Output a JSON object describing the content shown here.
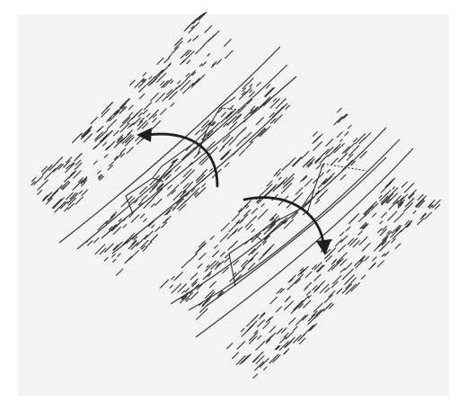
{
  "figure": {
    "background_color": "#ffffff",
    "panel_color": "#f3f3f3",
    "ink_color": "#333333",
    "arrow_color": "#1e1e1e",
    "blocks": [
      {
        "name": "upper-left-block",
        "rotation_direction": "counter-clockwise"
      },
      {
        "name": "lower-right-block",
        "rotation_direction": "clockwise"
      }
    ]
  }
}
